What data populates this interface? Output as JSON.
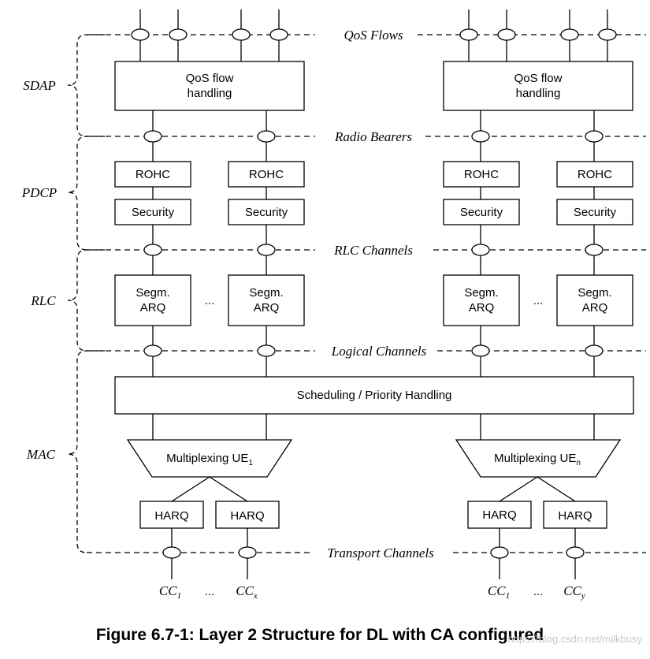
{
  "layers": {
    "sdap": "SDAP",
    "pdcp": "PDCP",
    "rlc": "RLC",
    "mac": "MAC"
  },
  "channels": {
    "qos_flows": "QoS Flows",
    "radio_bearers": "Radio Bearers",
    "rlc_channels": "RLC Channels",
    "logical_channels": "Logical Channels",
    "transport_channels": "Transport Channels"
  },
  "boxes": {
    "qos_line1": "QoS flow",
    "qos_line2": "handling",
    "rohc": "ROHC",
    "security": "Security",
    "segm_line1": "Segm.",
    "segm_line2": "ARQ",
    "ellipsis": "...",
    "scheduling": "Scheduling / Priority Handling",
    "mux_prefix": "Multiplexing UE",
    "mux_left_sub": "1",
    "mux_right_sub": "n",
    "harq": "HARQ"
  },
  "carriers": {
    "cc": "CC",
    "cc1_sub": "1",
    "ccx_sub": "x",
    "ccy_sub": "y",
    "ellipsis": "..."
  },
  "caption": "Figure 6.7-1: Layer 2 Structure for DL with CA configured",
  "watermark": "https://blog.csdn.net/milkbusy",
  "colors": {
    "line": "#000000",
    "background": "#ffffff",
    "watermark": "#c8c8c8"
  }
}
